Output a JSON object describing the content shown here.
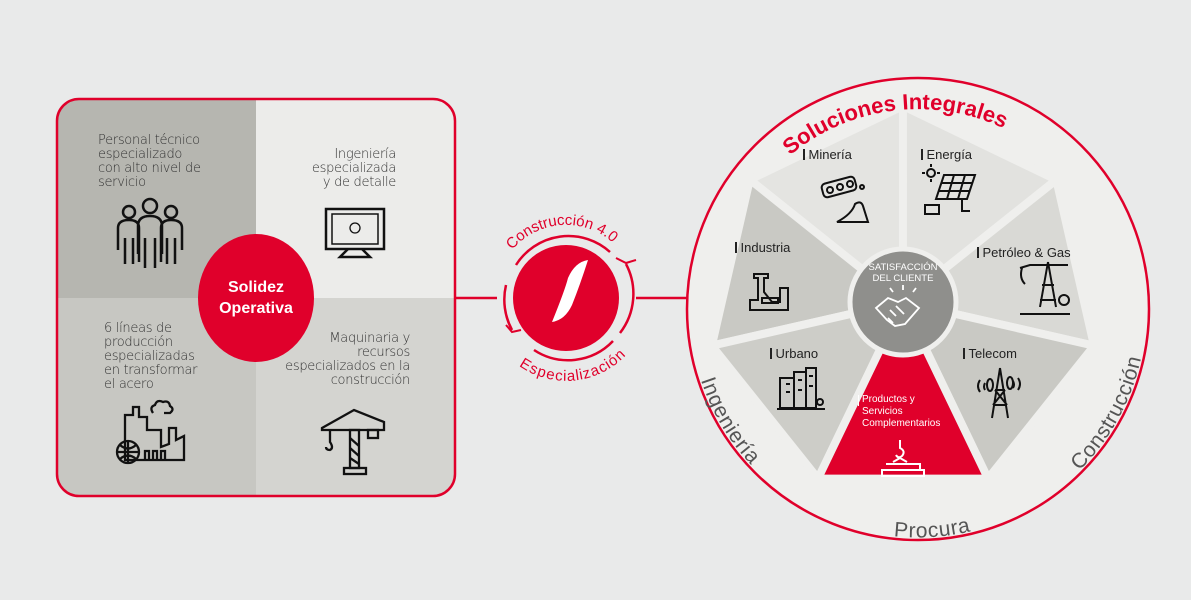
{
  "colors": {
    "brand_red": "#e0002b",
    "background": "#e9eaea",
    "center_gray": "#8f8f8c"
  },
  "left_panel": {
    "center_label": [
      "Solidez",
      "Operativa"
    ],
    "quadrants": [
      {
        "lines": [
          "Personal técnico",
          "especializado",
          "con alto nivel de",
          "servicio"
        ],
        "icon": "people-icon"
      },
      {
        "lines": [
          "Ingeniería",
          "especializada",
          "y de detalle"
        ],
        "icon": "monitor-brain-icon"
      },
      {
        "lines": [
          "6 líneas de",
          "producción",
          "especializadas",
          "en transformar",
          "el acero"
        ],
        "icon": "factory-icon"
      },
      {
        "lines": [
          "Maquinaria y",
          "recursos",
          "especializados en la",
          "construcción"
        ],
        "icon": "crane-icon"
      }
    ]
  },
  "cycle": {
    "top_label": "Construcción 4.0",
    "bottom_label": "Especialización",
    "icon": "brand-logo-icon"
  },
  "wheel": {
    "title": "Soluciones Integrales",
    "center": [
      "SATISFACCIÓN",
      "DEL CLIENTE"
    ],
    "center_icon": "handshake-icon",
    "segments": [
      {
        "label": "Minería",
        "icon": "mining-icon"
      },
      {
        "label": "Energía",
        "icon": "solar-panel-icon"
      },
      {
        "label": "Industria",
        "icon": "industry-icon"
      },
      {
        "label": "Petróleo & Gas",
        "icon": "oil-pump-icon"
      },
      {
        "label": "Urbano",
        "icon": "city-icon"
      },
      {
        "label": "Telecom",
        "icon": "antenna-icon"
      },
      {
        "label_lines": [
          "Productos y",
          "Servicios",
          "Complementarios"
        ],
        "icon": "crane-hook-icon"
      }
    ],
    "ring_labels": {
      "left": "Ingeniería",
      "bottom": "Procura",
      "right": "Construcción"
    }
  }
}
